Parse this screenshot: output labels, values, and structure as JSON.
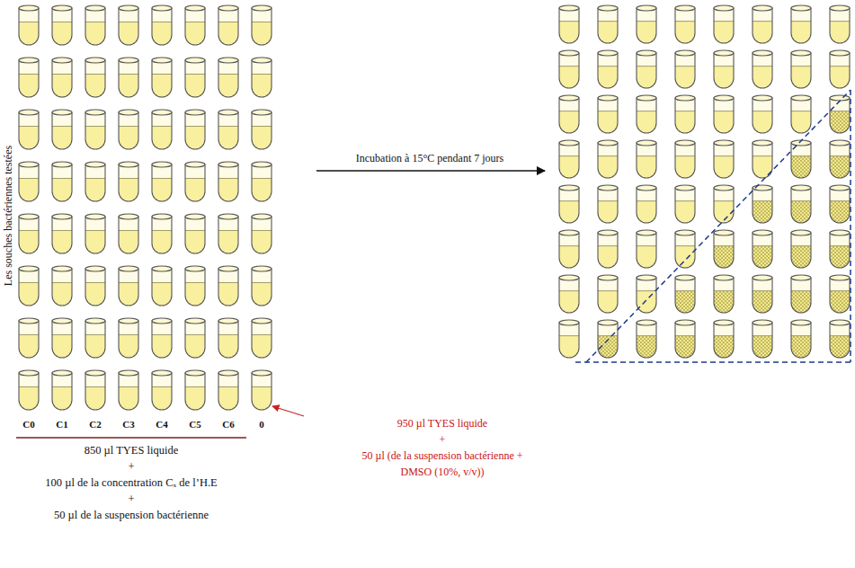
{
  "diagram": {
    "labels": [
      "Les souches bactériennes testées",
      "Incubation à 15°C pendant 7 jours",
      "C0",
      "C1",
      "C2",
      "C3",
      "C4",
      "C5",
      "C6",
      "0",
      "850 µl TYES liquide",
      "+",
      "100 µl de la concentration Cₓ de l’H.E",
      "+",
      "50 µl de la suspension bactérienne",
      "950 µl TYES liquide",
      "+",
      "50 µl (de la suspension bactérienne +",
      "DMSO (10%, v/v))"
    ]
  }
}
